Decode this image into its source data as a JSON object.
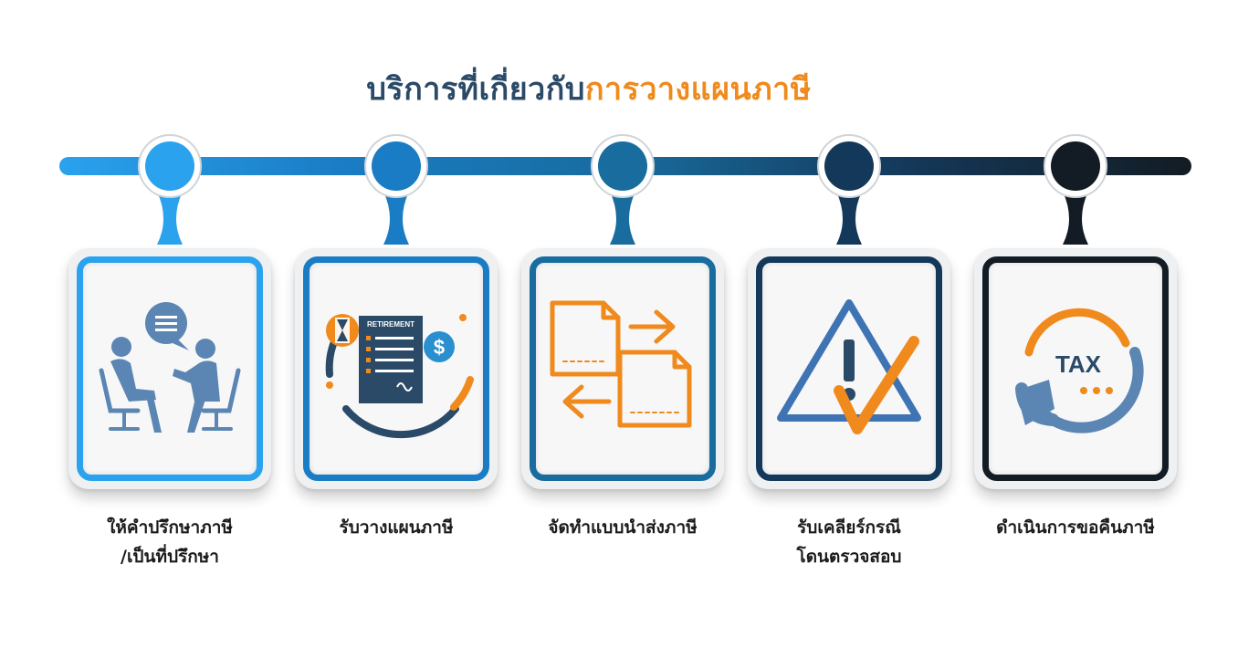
{
  "title": {
    "part1": "บริการที่เกี่ยวกับ",
    "part2": "การวางแผนภาษี"
  },
  "colors": {
    "title_dark": "#2a4a68",
    "accent_orange": "#f08a1c",
    "step1": "#2aa2ee",
    "step2": "#1a7cc4",
    "step3": "#186c9e",
    "step4": "#14385a",
    "step5": "#131c24",
    "icon_blue": "#5b86b3"
  },
  "steps": [
    {
      "label_line1": "ให้คำปรึกษาภาษี",
      "label_line2": "/เป็นที่ปรึกษา",
      "icon": "consultation-icon"
    },
    {
      "label_line1": "รับวางแผนภาษี",
      "label_line2": "",
      "icon": "retirement-plan-icon",
      "icon_text": "RETIREMENT"
    },
    {
      "label_line1": "จัดทำแบบนำส่งภาษี",
      "label_line2": "",
      "icon": "document-exchange-icon"
    },
    {
      "label_line1": "รับเคลียร์กรณี",
      "label_line2": "โดนตรวจสอบ",
      "icon": "warning-check-icon"
    },
    {
      "label_line1": "ดำเนินการขอคืนภาษี",
      "label_line2": "",
      "icon": "tax-refund-icon",
      "icon_text": "TAX"
    }
  ]
}
